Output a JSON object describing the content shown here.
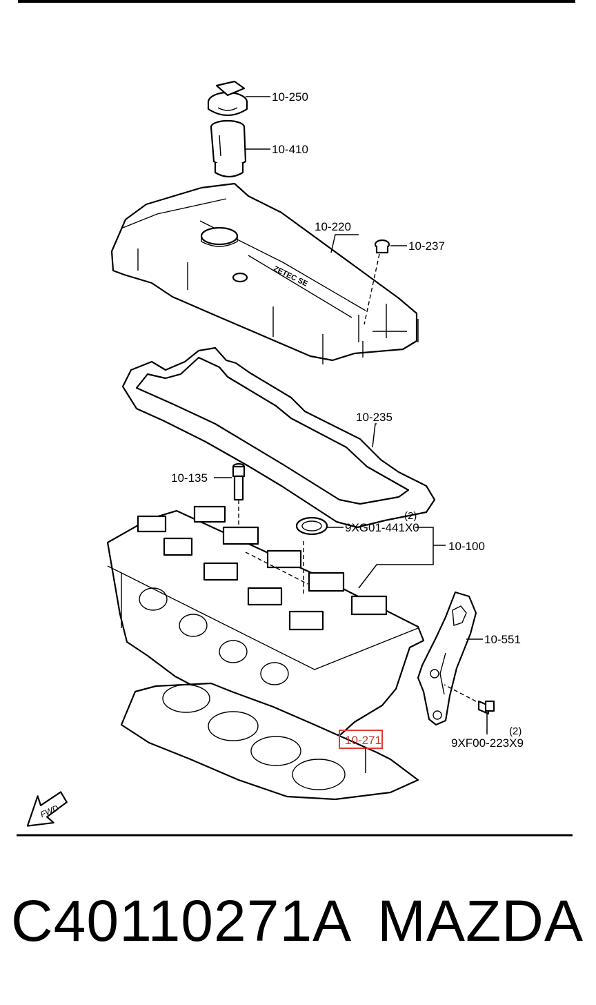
{
  "labels": {
    "oil_cap": "10-250",
    "filler_neck": "10-410",
    "cylinder_head_cover": "10-220",
    "cover_bolt": "10-237",
    "cover_gasket": "10-235",
    "head_bolt": "10-135",
    "seal": "9XG01-441X0",
    "seal_qty": "(2)",
    "cylinder_head": "10-100",
    "bracket": "10-551",
    "bracket_bolt": "9XF00-223X9",
    "bracket_bolt_qty": "(2)",
    "head_gasket": "10-271"
  },
  "cover_text": "ZETEC SE",
  "fwd_arrow": "FWD",
  "footer": {
    "part_number": "C40110271A",
    "brand": "MAZDA"
  },
  "colors": {
    "highlight": "#e53935",
    "line": "#000000"
  }
}
